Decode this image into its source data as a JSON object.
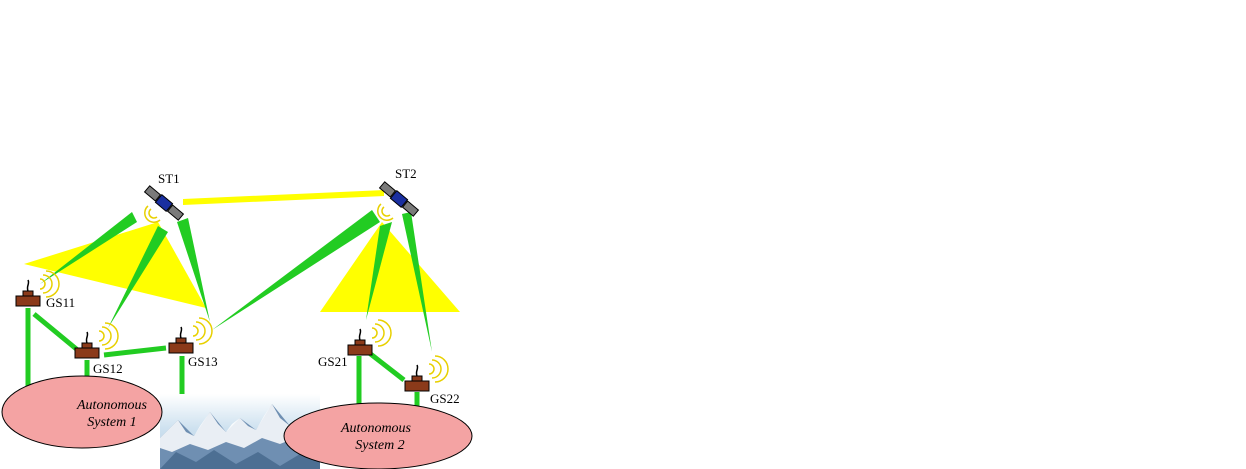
{
  "colors": {
    "footprint": "#ffff00",
    "link_green": "#22cc22",
    "intersat_link": "#ffff00",
    "station_brown": "#8b3a1a",
    "as_fill": "#f4a3a3",
    "satellite_body": "#1a2fa0",
    "satellite_panel": "#7a7a7a",
    "signal_waves": "#e8d000"
  },
  "satellites": [
    {
      "id": "st1",
      "label": "ST1"
    },
    {
      "id": "st2",
      "label": "ST2"
    }
  ],
  "ground_stations": [
    {
      "id": "gs11",
      "label": "GS11"
    },
    {
      "id": "gs12",
      "label": "GS12"
    },
    {
      "id": "gs13",
      "label": "GS13"
    },
    {
      "id": "gs21",
      "label": "GS21"
    },
    {
      "id": "gs22",
      "label": "GS22"
    }
  ],
  "autonomous_systems": [
    {
      "id": "as1",
      "line1": "Autonomous",
      "line2": "System 1"
    },
    {
      "id": "as2",
      "line1": "Autonomous",
      "line2": "System 2"
    }
  ],
  "icons": {
    "satellite": "satellite-icon",
    "ground_station": "ground-station-icon",
    "mountain": "mountain-image"
  }
}
